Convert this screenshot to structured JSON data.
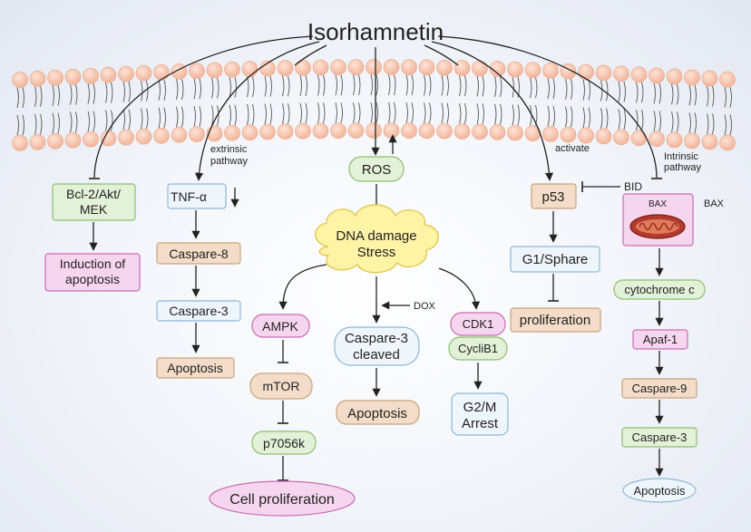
{
  "title": "Isorhamnetin",
  "pathway_labels": {
    "extrinsic": [
      "extrinsic",
      "pathway"
    ],
    "activate": "activate",
    "intrinsic": [
      "Intrinsic",
      "pathway"
    ],
    "dox": "DOX",
    "bid": "BID",
    "bax_right": "BAX"
  },
  "nodes": {
    "bcl2": [
      "Bcl-2/Akt/",
      "MEK"
    ],
    "induction": [
      "Induction of",
      "apoptosis"
    ],
    "tnf": "TNF-α",
    "caspase8": "Caspare-8",
    "caspase3_left": "Caspare-3",
    "apoptosis_left": "Apoptosis",
    "ros": "ROS",
    "dna": [
      "DNA damage",
      "Stress"
    ],
    "ampk": "AMPK",
    "mtor": "mTOR",
    "p70": "p7056k",
    "cellprolif": "Cell proliferation",
    "casp3_cleaved": [
      "Caspare-3",
      "cleaved"
    ],
    "apoptosis_mid": "Apoptosis",
    "cdk1": "CDK1",
    "cyclib1": "CycliB1",
    "g2m": [
      "G2/M",
      "Arrest"
    ],
    "p53": "p53",
    "g1": "G1/Sphare",
    "prolif": "proliferation",
    "bax_box": "BAX",
    "cytochrome": "cytochrome c",
    "apaf": "Apaf-1",
    "caspase9": "Caspare-9",
    "caspase3_right": "Caspare-3",
    "apoptosis_right": "Apoptosis"
  },
  "colors": {
    "green_fill": "#e3f1d8",
    "green_stroke": "#8cbf70",
    "blue_fill": "#eef5fb",
    "blue_stroke": "#8fb8d8",
    "tan_fill": "#f3ddc8",
    "tan_stroke": "#c9a27d",
    "pink_fill": "#f6d6ee",
    "pink_stroke": "#c96cb3",
    "cloud_fill": "#fff3a6",
    "cloud_stroke": "#e3c850",
    "lipid_head": "#f6c4ad"
  }
}
